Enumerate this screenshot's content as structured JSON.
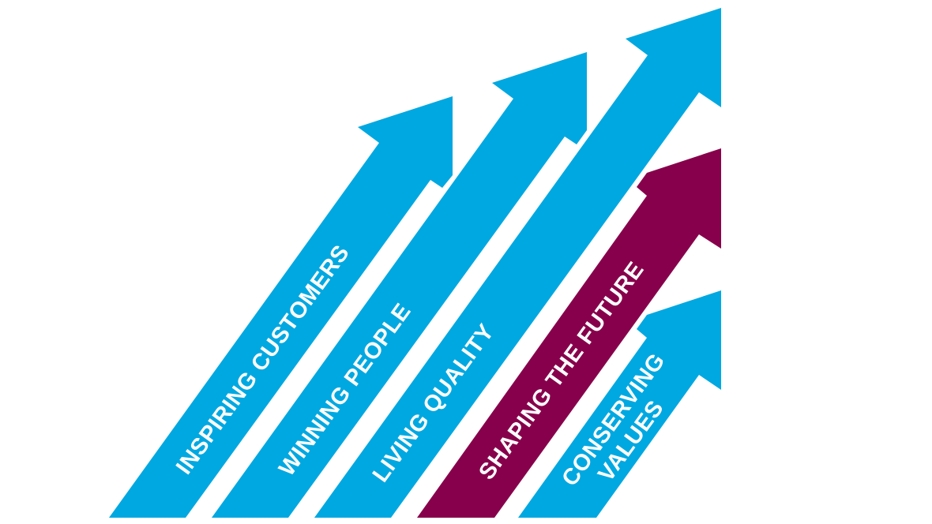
{
  "colors": {
    "blue": "#00a8e1",
    "purple": "#87004b",
    "text": "#ffffff"
  },
  "arrows": [
    {
      "label": "INSPIRING CUSTOMERS",
      "color": "#00a8e1"
    },
    {
      "label": "WINNING PEOPLE",
      "color": "#00a8e1"
    },
    {
      "label": "LIVING QUALITY",
      "color": "#00a8e1"
    },
    {
      "label": "SHAPING THE FUTURE",
      "color": "#87004b"
    },
    {
      "label_line1": "CONSERVING",
      "label_line2": "VALUES",
      "color": "#00a8e1"
    }
  ]
}
